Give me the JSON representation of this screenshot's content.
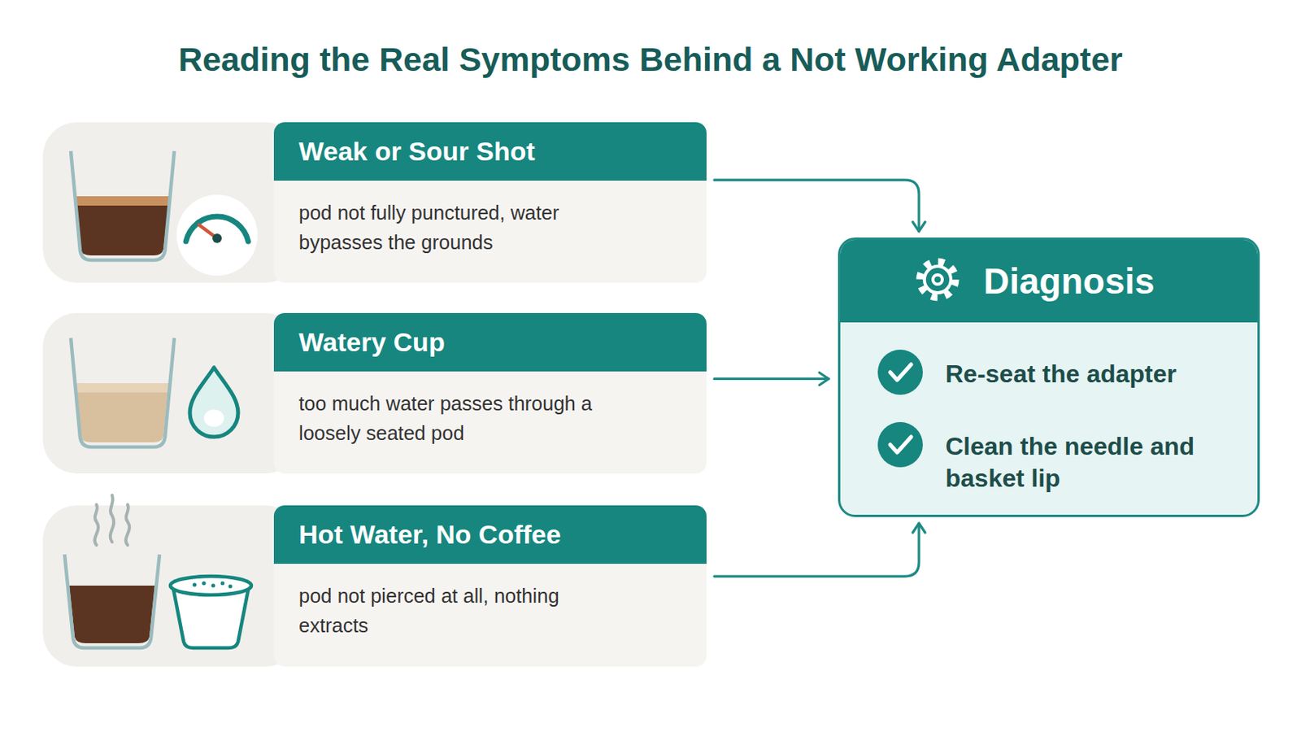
{
  "diagram": {
    "title": "Reading the Real Symptoms Behind a Not Working Adapter",
    "nodes": [
      {
        "text": [
          "Weak or Sour Shot",
          "pod not fully punctured, water bypasses the grounds"
        ]
      },
      {
        "text": [
          "Watery Cup",
          "too much water passes through a loosely seated pod"
        ]
      },
      {
        "text": [
          "Hot Water, No Coffee",
          "pod not pierced at all, nothing extracts"
        ]
      },
      {
        "text": [
          "Diagnosis",
          "Re-seat the adapter",
          "Clean the needle and basket lip"
        ]
      }
    ],
    "edges": [
      {
        "from": 0,
        "to": 3,
        "arrow": "to"
      },
      {
        "from": 1,
        "to": 3,
        "arrow": "to"
      },
      {
        "from": 2,
        "to": 3,
        "arrow": "to"
      }
    ]
  }
}
